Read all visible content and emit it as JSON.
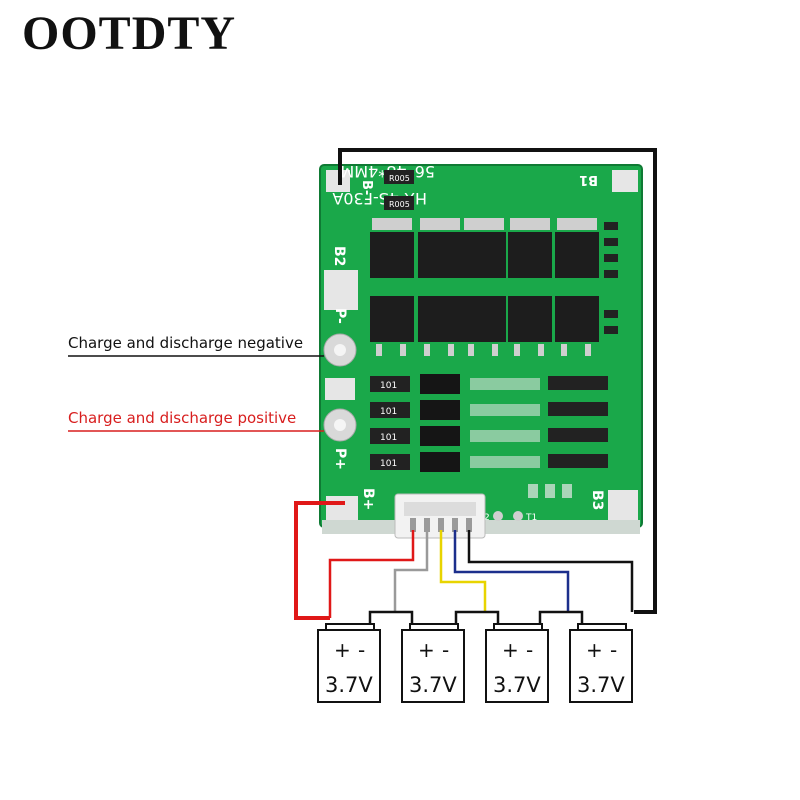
{
  "brand": {
    "name": "OOTDTY"
  },
  "labels": {
    "negative": "Charge and discharge negative",
    "positive": "Charge and discharge positive"
  },
  "board": {
    "model": "HX-4S-F30A",
    "size": "56*48*4MM",
    "pads": {
      "b_minus": "B-",
      "b1": "B1",
      "b2": "B2",
      "b3": "B3",
      "p_minus": "P-",
      "p_plus": "P+",
      "b_plus": "B+"
    },
    "resistor_codes": [
      "R005",
      "R005",
      "101",
      "101",
      "101",
      "101"
    ],
    "test_points": [
      "2",
      "T1"
    ],
    "colors": {
      "pcb": "#1aa84a",
      "pcb_dark": "#12823a",
      "pad": "#e6e6e6"
    }
  },
  "cells": [
    {
      "plus": "+",
      "minus": "-",
      "voltage": "3.7V"
    },
    {
      "plus": "+",
      "minus": "-",
      "voltage": "3.7V"
    },
    {
      "plus": "+",
      "minus": "-",
      "voltage": "3.7V"
    },
    {
      "plus": "+",
      "minus": "-",
      "voltage": "3.7V"
    }
  ],
  "wire_colors": {
    "negative": "#111111",
    "positive": "#e01818",
    "balance1": "#9a9a9a",
    "balance2": "#e8d400",
    "balance3": "#1c2f8c"
  }
}
